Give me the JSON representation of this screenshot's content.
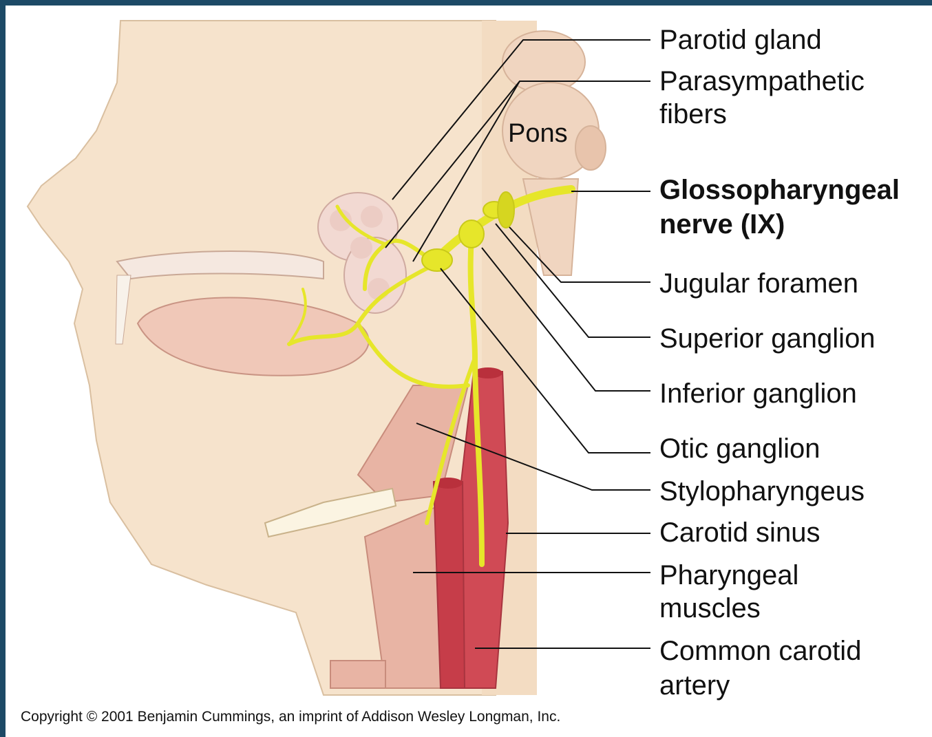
{
  "labels": {
    "pons": "Pons",
    "parotid_gland": "Parotid gland",
    "parasympathetic_1": "Parasympathetic",
    "parasympathetic_2": "fibers",
    "glosso_1": "Glossopharyngeal",
    "glosso_2": "nerve (IX)",
    "jugular_foramen": "Jugular foramen",
    "superior_ganglion": "Superior ganglion",
    "inferior_ganglion": "Inferior ganglion",
    "otic_ganglion": "Otic ganglion",
    "stylopharyngeus": "Stylopharyngeus",
    "carotid_sinus": "Carotid sinus",
    "pharyngeal_1": "Pharyngeal",
    "pharyngeal_2": "muscles",
    "carotid_1": "Common carotid",
    "carotid_2": "artery"
  },
  "copyright": "Copyright © 2001 Benjamin Cummings, an imprint of Addison Wesley Longman, Inc.",
  "colors": {
    "background_border": "#1c4a66",
    "skin": "#f6e3cc",
    "nerve": "#e6e62a",
    "artery": "#d04a55",
    "muscle": "#e8b4a4",
    "gland": "#f2d9d2"
  }
}
